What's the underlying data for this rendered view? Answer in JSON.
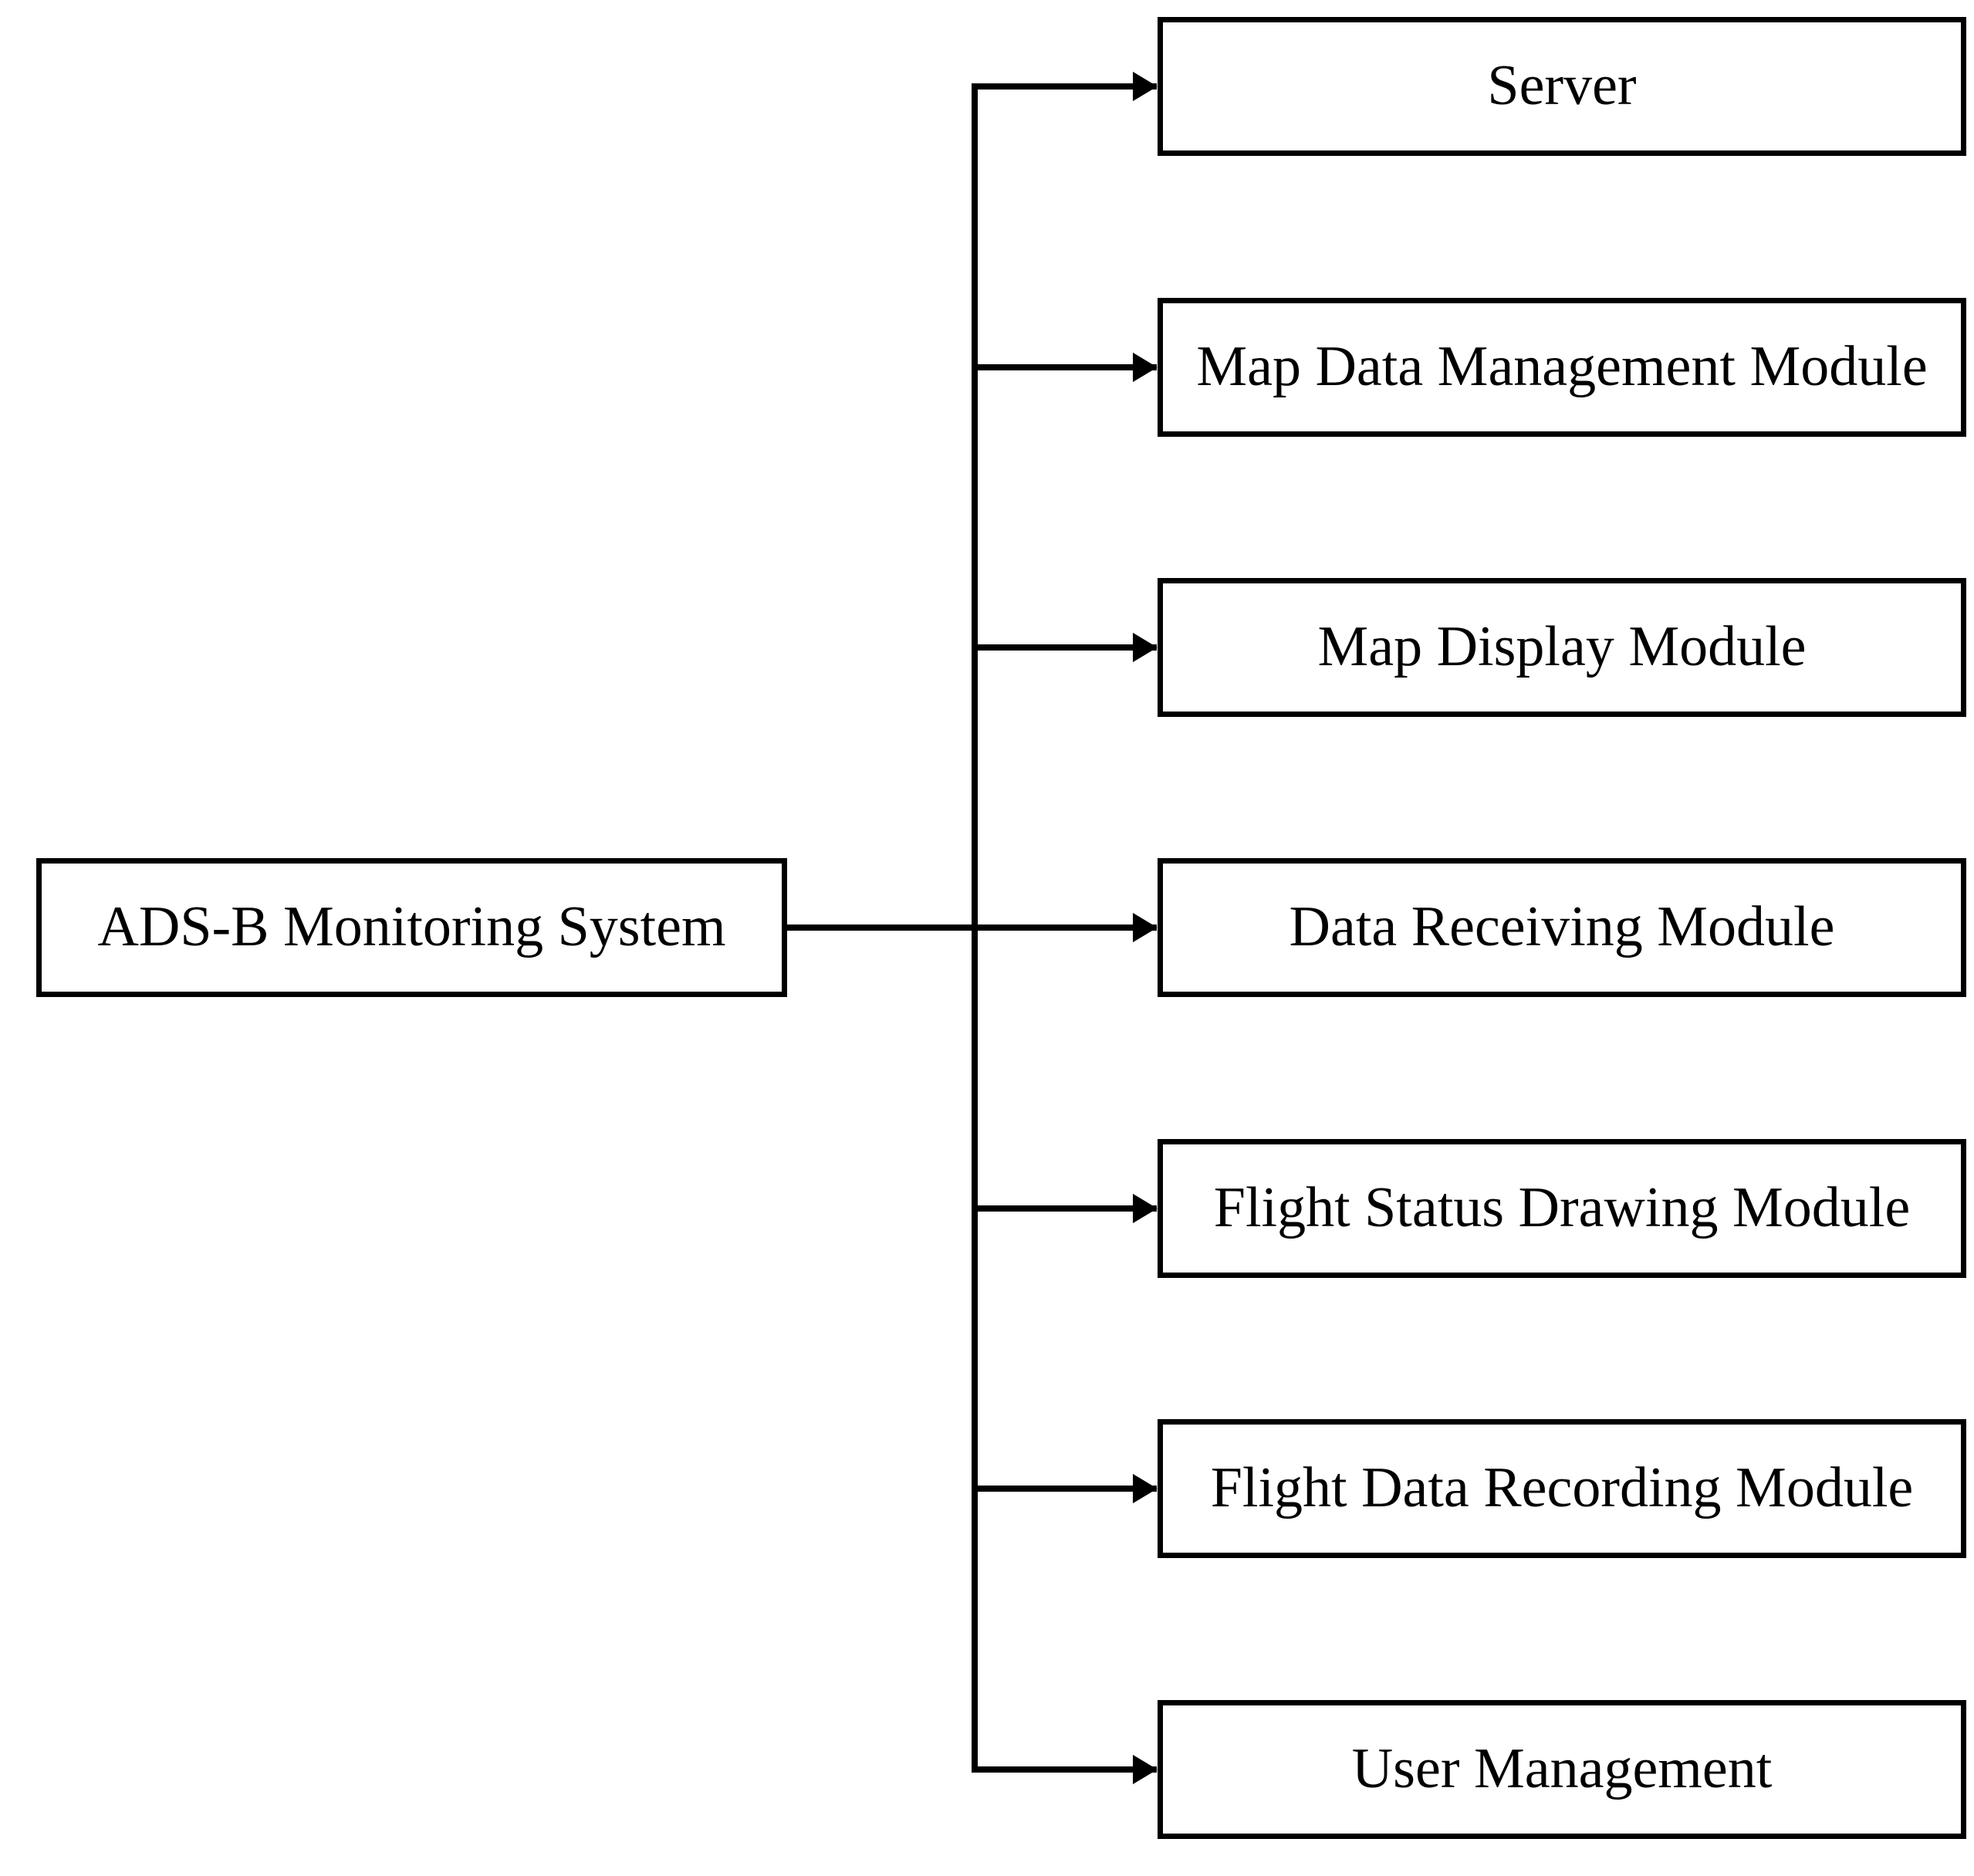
{
  "diagram": {
    "type": "hierarchy-flowchart",
    "root": {
      "label": "ADS-B Monitoring System"
    },
    "modules": [
      {
        "label": "Server"
      },
      {
        "label": "Map Data Management Module"
      },
      {
        "label": "Map Display Module"
      },
      {
        "label": "Data Receiving Module"
      },
      {
        "label": "Flight Status Drawing Module"
      },
      {
        "label": "Flight Data Recording Module"
      },
      {
        "label": "User Management"
      }
    ],
    "style": {
      "background_color": "#ffffff",
      "box_fill_color": "#ffffff",
      "box_border_color": "#000000",
      "line_color": "#000000",
      "text_color": "#000000"
    }
  }
}
